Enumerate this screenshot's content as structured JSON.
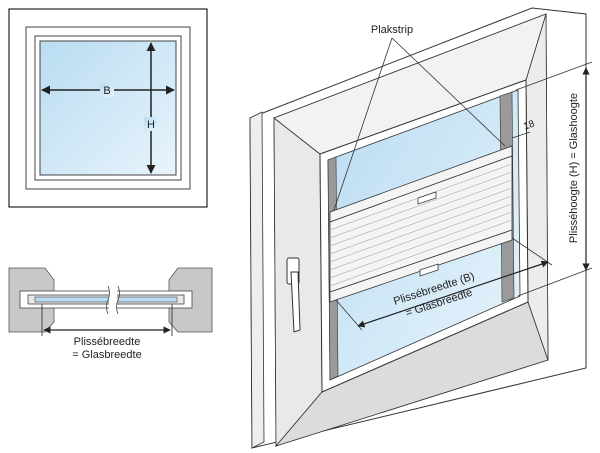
{
  "labels": {
    "width_B": "B",
    "height_H": "H",
    "plakstrip": "Plakstrip",
    "offset_18": "18",
    "pleat_width_line1": "Plissébreedte",
    "pleat_width_line2": "= Glasbreedte",
    "pleat_width_3d_line1": "Plissébreedte (B)",
    "pleat_width_3d_line2": "= Glasbreedte",
    "pleat_height": "Plisséhoogte (H) = Glashoogte"
  },
  "colors": {
    "glass": "#cfe6f5",
    "frame": "#ffffff",
    "frame_shade": "#e6e6e6",
    "outline": "#333333",
    "section_gray": "#c8c8c8"
  }
}
